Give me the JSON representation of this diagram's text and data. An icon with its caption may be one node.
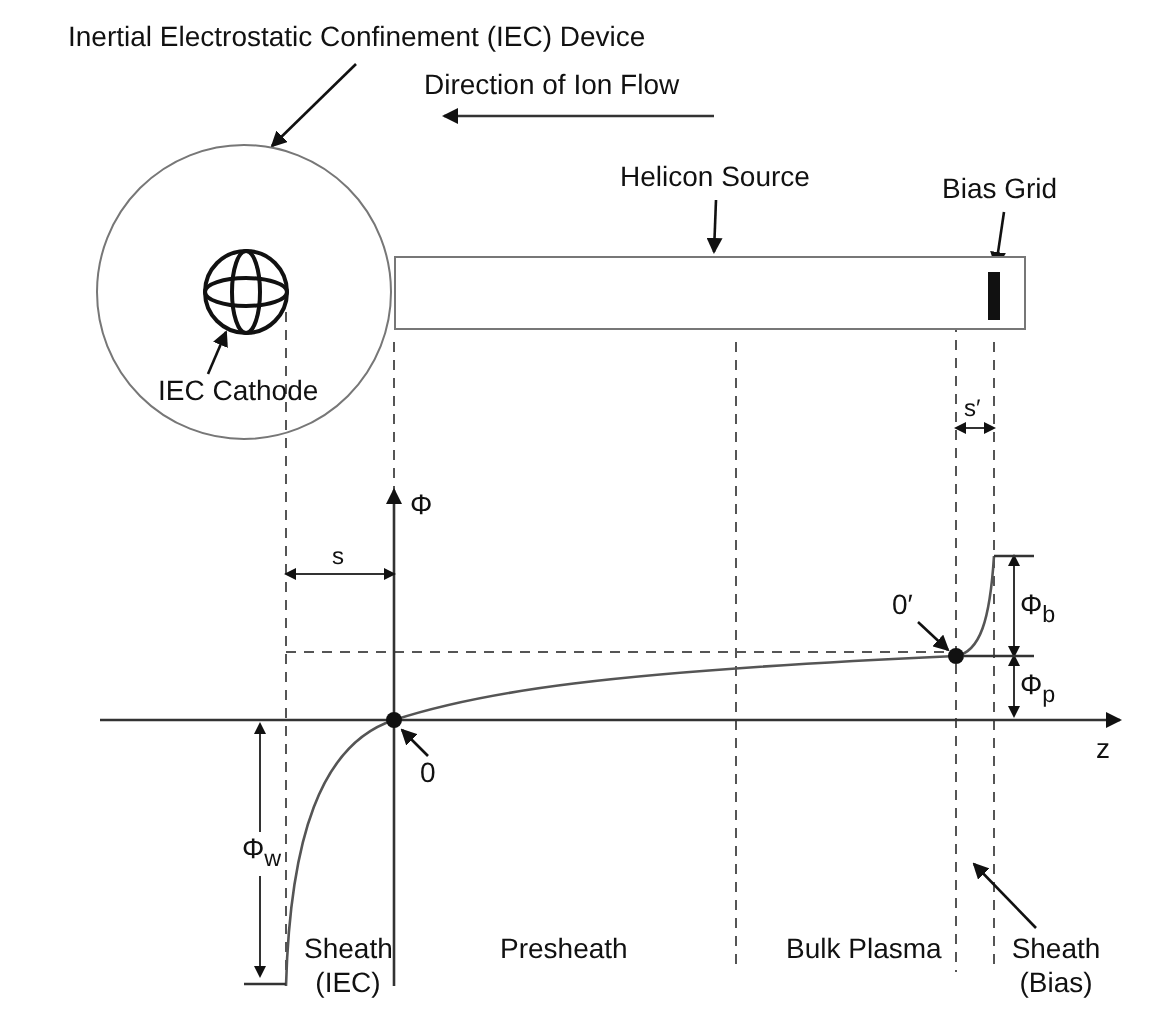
{
  "diagram": {
    "nodes": [
      {
        "text": [
          "Inertial Electrostatic Confinement (IEC) Device"
        ]
      },
      {
        "text": [],
        "shape": "circle"
      },
      {
        "text": [
          "Helicon Source"
        ]
      },
      {
        "text": [],
        "shape": "box"
      },
      {
        "text": [
          "Bias Grid"
        ]
      },
      {
        "text": [],
        "shape": "bar",
        "in": 3
      },
      {
        "text": [
          "IEC Cathode"
        ],
        "in": 1
      },
      {
        "text": [],
        "shape": "circle",
        "in": 1
      },
      {
        "text": [
          "0"
        ]
      },
      {
        "text": [],
        "shape": "circle"
      },
      {
        "text": [
          "0′"
        ]
      },
      {
        "text": [],
        "shape": "circle"
      },
      {
        "text": [
          "Sheath (Bias)"
        ]
      }
    ],
    "edges": [
      {
        "from": 0,
        "to": 1,
        "arrow": "to"
      },
      {
        "from": 2,
        "to": 3,
        "arrow": "to"
      },
      {
        "from": 4,
        "to": 5,
        "arrow": "to"
      },
      {
        "from": 6,
        "to": 7,
        "arrow": "to"
      },
      {
        "from": 8,
        "to": 9,
        "arrow": "to"
      },
      {
        "from": 10,
        "to": 11,
        "arrow": "to"
      },
      {
        "from": 12,
        "to": null,
        "arrow": "to"
      }
    ],
    "labels": [
      "Direction of Ion Flow",
      "s′",
      "Φ",
      "s",
      "Φ$_{b}$",
      "Φ$_{p}$",
      "z",
      "Φ$_{w}$",
      "Sheath (IEC)",
      "Presheath",
      "Bulk Plasma"
    ]
  }
}
